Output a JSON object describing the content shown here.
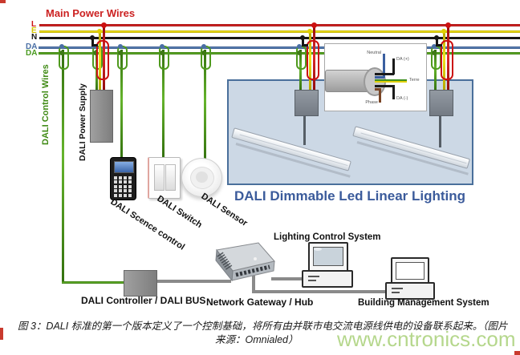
{
  "header": {
    "main_power_wires": "Main Power Wires",
    "control_wires": "DALI Control Wires",
    "wire_labels": {
      "l": "L",
      "e": "E",
      "n": "N",
      "da1": "DA",
      "da2": "DA"
    }
  },
  "devices": {
    "power_supply": "DALI Power Supply",
    "scene_control": "DALI Scence control",
    "switch": "DALI Switch",
    "sensor": "DALI Sensor",
    "controller": "DALI Controller / DALI BUS"
  },
  "led_panel": {
    "title": "DALI Dimmable Led Linear Lighting"
  },
  "inset": {
    "neutral": "Neutral",
    "da_plus": "DA (+)",
    "terre": "Terre",
    "da_minus": "DA (-)",
    "phase": "Phase"
  },
  "network": {
    "gateway": "Network Gateway / Hub",
    "lighting_control": "Lighting Control System",
    "bms": "Building Management System"
  },
  "caption": {
    "line1": "图 3：DALI 标准的第一个版本定义了一个控制基础，将所有由并联市电交流电源线供电的设备联系起来。（图片",
    "line2": "来源：Omnialed）"
  },
  "watermark": "www.cntronics.com",
  "colors": {
    "live_red": "#cc1111",
    "earth_yellow": "#e8d800",
    "neutral_black": "#151515",
    "da_blue": "#4a6fa5",
    "da_green": "#55a324",
    "panel_bg": "#ccd8e5",
    "panel_border": "#4a6f9b",
    "title_blue": "#3b5b9b",
    "watermark_green": "#aed380"
  }
}
